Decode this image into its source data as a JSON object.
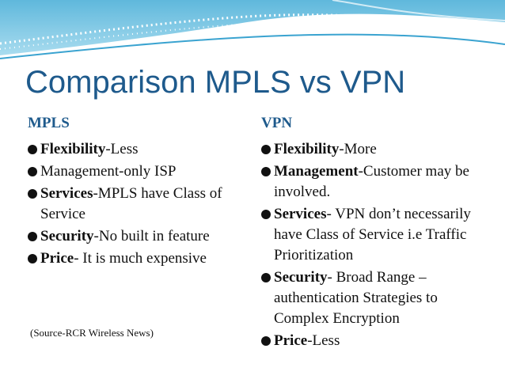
{
  "slide": {
    "title": "Comparison MPLS vs VPN",
    "accent_color": "#1e5a8c"
  },
  "mpls": {
    "heading": "MPLS",
    "items": [
      {
        "label": "Flexibility",
        "text": "-Less"
      },
      {
        "label": "",
        "text": "Management-only ISP"
      },
      {
        "label": "Services",
        "text": "-MPLS  have Class of Service"
      },
      {
        "label": "Security",
        "text": "-No built in feature"
      },
      {
        "label": "Price",
        "text": "- It is much expensive"
      }
    ],
    "source": "(Source-RCR Wireless News)"
  },
  "vpn": {
    "heading": "VPN",
    "items": [
      {
        "label": "Flexibility",
        "text": "-More"
      },
      {
        "label": "Management",
        "text": "-Customer may be involved."
      },
      {
        "label": "Services",
        "text": "- VPN don’t necessarily  have Class of Service  i.e Traffic Prioritization"
      },
      {
        "label": "Security",
        "text": "- Broad Range – authentication Strategies to Complex Encryption"
      },
      {
        "label": "Price",
        "text": "-Less"
      }
    ]
  }
}
